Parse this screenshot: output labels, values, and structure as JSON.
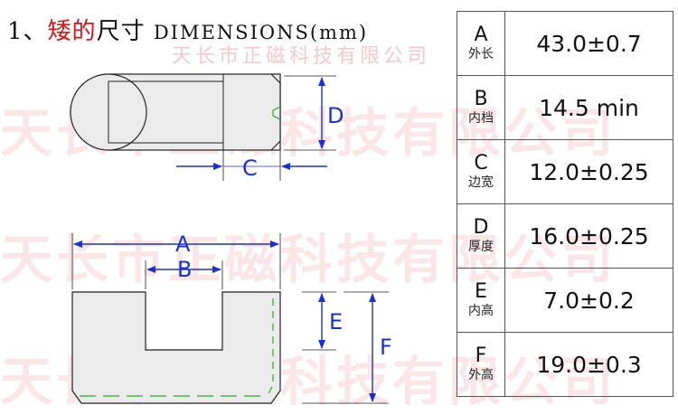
{
  "title": {
    "number": "1、",
    "highlight": "矮的",
    "rest": "尺寸",
    "english": "DIMENSIONS(mm)"
  },
  "watermark": {
    "company": "天长市正磁科技有限公司",
    "big": "天长市正磁科技有限公司"
  },
  "drawing": {
    "labels": {
      "A": "A",
      "B": "B",
      "C": "C",
      "D": "D",
      "E": "E",
      "F": "F"
    },
    "colors": {
      "dimension": "#1a2fd8",
      "outline": "#222222",
      "fill": "#ebebeb",
      "hidden_line": "#2ca82c"
    }
  },
  "spec_table": [
    {
      "key": "A",
      "name": "外长",
      "value": "43.0±0.7"
    },
    {
      "key": "B",
      "name": "内档",
      "value": "14.5 min"
    },
    {
      "key": "C",
      "name": "边宽",
      "value": "12.0±0.25"
    },
    {
      "key": "D",
      "name": "厚度",
      "value": "16.0±0.25"
    },
    {
      "key": "E",
      "name": "内高",
      "value": "7.0±0.2"
    },
    {
      "key": "F",
      "name": "外高",
      "value": "19.0±0.3"
    }
  ]
}
